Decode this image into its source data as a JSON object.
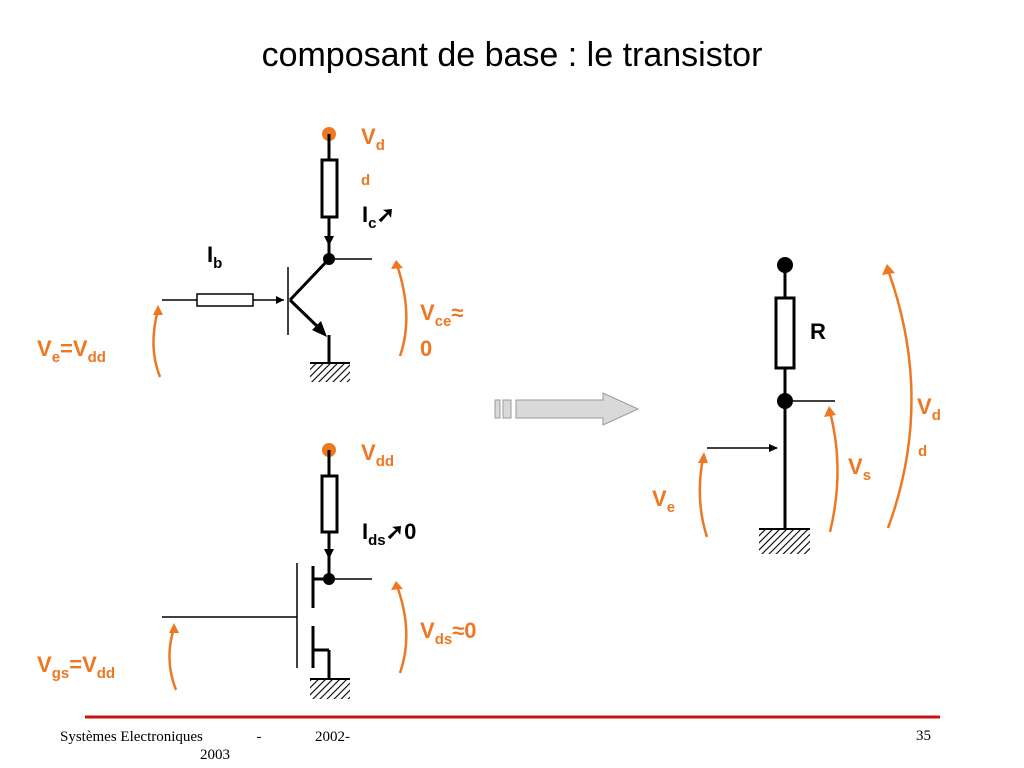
{
  "title": "composant de base : le transistor",
  "colors": {
    "accent": "#ee7722",
    "line": "#000000",
    "footer_line": "#cc1111",
    "arrow_fill": "#d9d9d9",
    "arrow_stroke": "#999999"
  },
  "bjt": {
    "supply": {
      "main": "V",
      "sub": "d",
      "sub2": "d"
    },
    "collector_current": {
      "main": "I",
      "sub": "c",
      "arrow": "➚"
    },
    "base_current": {
      "main": "I",
      "sub": "b"
    },
    "vce": {
      "main": "V",
      "sub": "ce",
      "approx": "≈",
      "value": "0"
    },
    "input": {
      "v1": "V",
      "s1": "e",
      "eq": "=",
      "v2": "V",
      "s2": "dd"
    }
  },
  "mos": {
    "supply": {
      "main": "V",
      "sub": "dd"
    },
    "drain_current": {
      "main": "I",
      "sub": "ds",
      "arrow": "➚",
      "value": "0"
    },
    "vds": {
      "main": "V",
      "sub": "ds",
      "approx": "≈",
      "value": "0"
    },
    "input": {
      "v1": "V",
      "s1": "gs",
      "eq": "=",
      "v2": "V",
      "s2": "dd"
    }
  },
  "equivalent": {
    "resistor": "R",
    "supply": {
      "main": "V",
      "sub": "d",
      "sub2": "d"
    },
    "output": {
      "main": "V",
      "sub": "s"
    },
    "input": {
      "main": "V",
      "sub": "e"
    }
  },
  "footer": {
    "course": "Systèmes Electroniques",
    "dash": "-",
    "year_start": "2002-",
    "year_end": "2003",
    "page": "35"
  }
}
